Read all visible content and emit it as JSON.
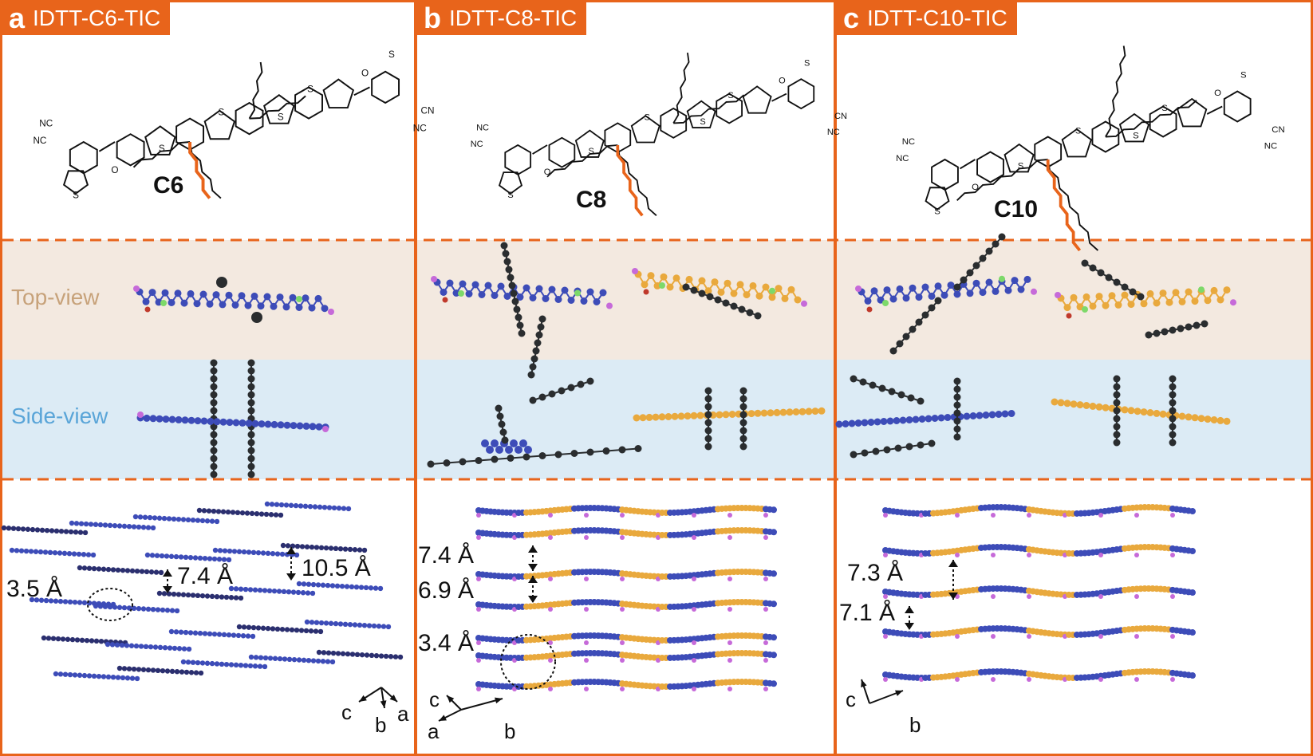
{
  "colors": {
    "accent": "#e8641b",
    "topview_bg": "#f3e9e0",
    "sideview_bg": "#dcebf5",
    "topview_text": "#c7a27a",
    "sideview_text": "#5aa5d8",
    "backbone": "#3d4cb8",
    "acceptor": "#e9a93d",
    "chain": "#2a2d2f",
    "sulfur": "#7dd96a",
    "oxygen": "#c0392b",
    "nitrogen": "#c66ad9"
  },
  "row_labels": {
    "top": "Top-view",
    "side": "Side-view"
  },
  "panels": [
    {
      "letter": "a",
      "name": "IDTT-C6-TIC",
      "chain_label": "C6",
      "distances": [
        "3.5 Å",
        "7.4 Å",
        "10.5 Å"
      ],
      "axes": [
        "c",
        "b",
        "a"
      ]
    },
    {
      "letter": "b",
      "name": "IDTT-C8-TIC",
      "chain_label": "C8",
      "distances": [
        "7.4 Å",
        "6.9 Å",
        "3.4 Å"
      ],
      "axes": [
        "c",
        "a",
        "b"
      ]
    },
    {
      "letter": "c",
      "name": "IDTT-C10-TIC",
      "chain_label": "C10",
      "distances": [
        "7.3 Å",
        "7.1 Å"
      ],
      "axes": [
        "c",
        "b"
      ]
    }
  ],
  "chem_labels": {
    "nc": "NC",
    "cn": "CN",
    "o": "O",
    "s": "S"
  }
}
